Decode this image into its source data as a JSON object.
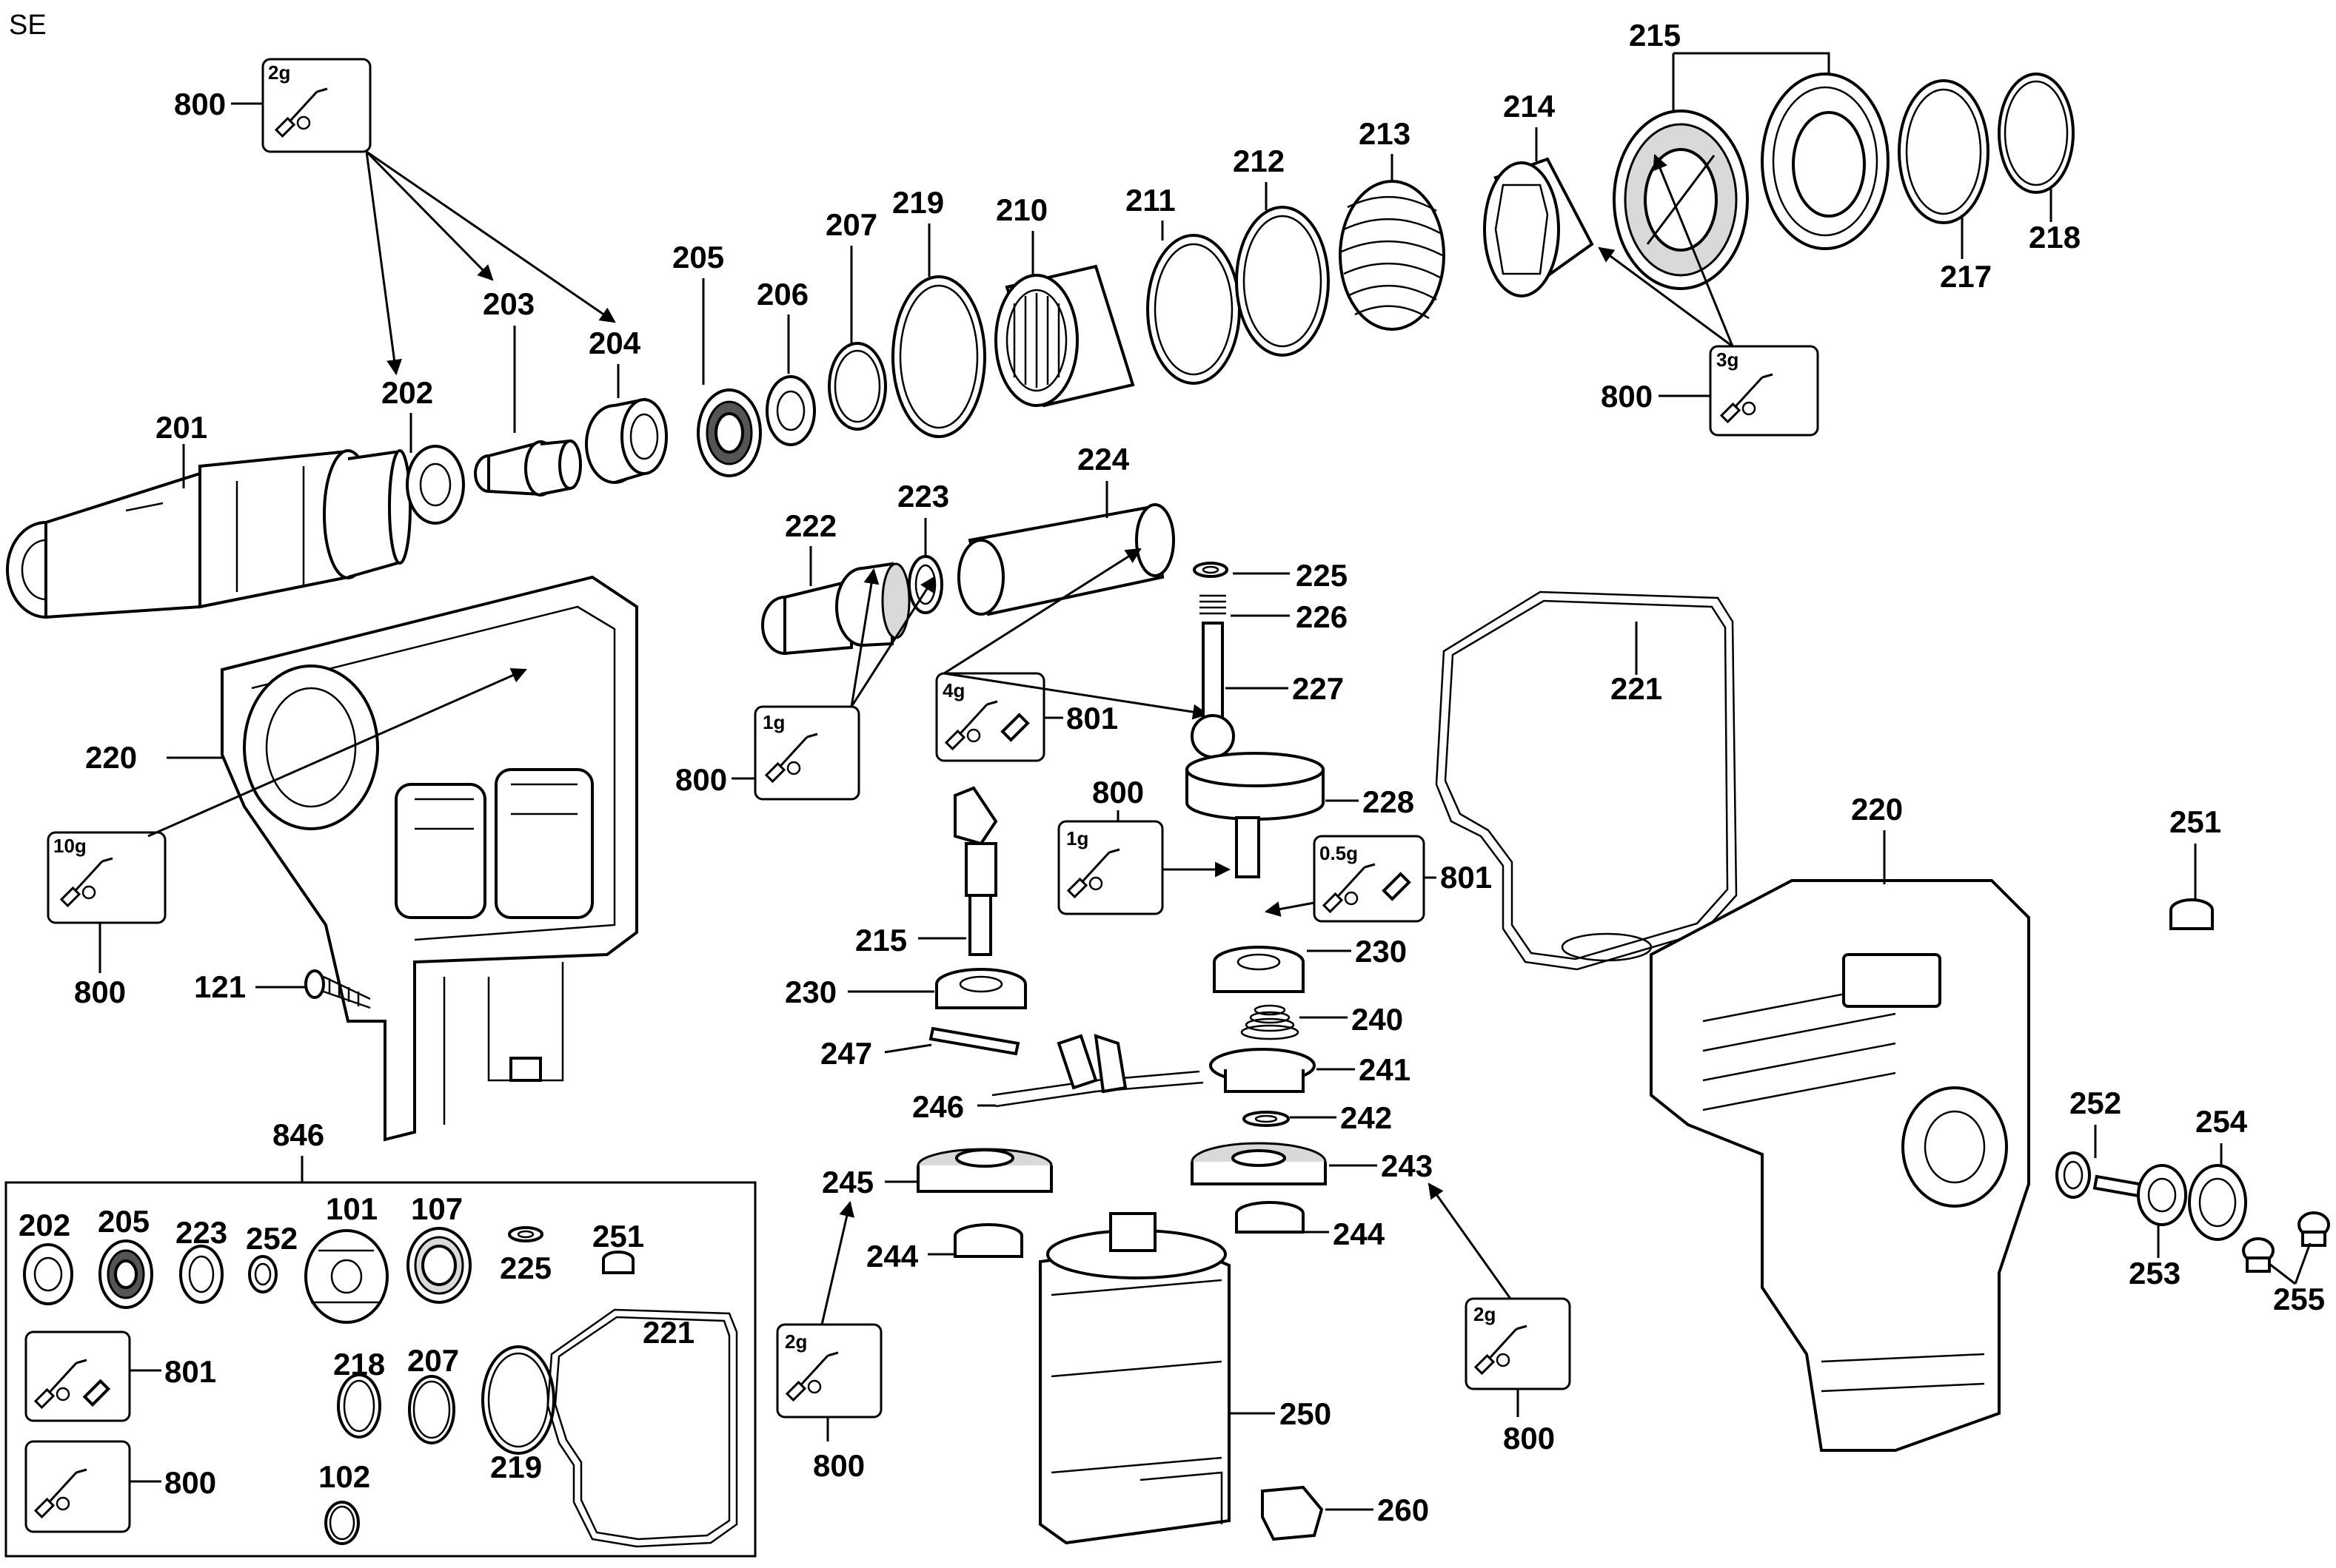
{
  "diagram": {
    "section_label": "SE",
    "labels": {
      "p101": "101",
      "p102": "102",
      "p107": "107",
      "p121": "121",
      "p201": "201",
      "p202": "202",
      "p203": "203",
      "p204": "204",
      "p205": "205",
      "p206": "206",
      "p207": "207",
      "p210": "210",
      "p211": "211",
      "p212": "212",
      "p213": "213",
      "p214": "214",
      "p215": "215",
      "p217": "217",
      "p218": "218",
      "p219": "219",
      "p220": "220",
      "p221": "221",
      "p222": "222",
      "p223": "223",
      "p224": "224",
      "p225": "225",
      "p226": "226",
      "p227": "227",
      "p228": "228",
      "p230": "230",
      "p240": "240",
      "p241": "241",
      "p242": "242",
      "p243": "243",
      "p244": "244",
      "p245": "245",
      "p246": "246",
      "p247": "247",
      "p250": "250",
      "p251": "251",
      "p252": "252",
      "p253": "253",
      "p254": "254",
      "p255": "255",
      "p260": "260",
      "p800": "800",
      "p801": "801",
      "p846": "846"
    },
    "grease_amounts": {
      "g2": "2g",
      "g3": "3g",
      "g1": "1g",
      "g4": "4g",
      "g10": "10g",
      "g05": "0.5g"
    }
  }
}
